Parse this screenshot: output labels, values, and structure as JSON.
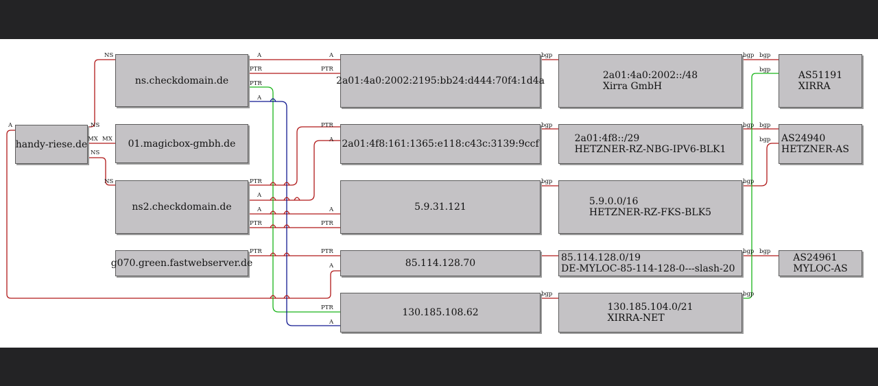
{
  "nodes": {
    "handy": {
      "text": "handy-riese.de"
    },
    "ns1": {
      "text": "ns.checkdomain.de"
    },
    "magicbox": {
      "text": "01.magicbox-gmbh.de"
    },
    "ns2": {
      "text": "ns2.checkdomain.de"
    },
    "g070": {
      "text": "g070.green.fastwebserver.de"
    },
    "ip6a": {
      "text": "2a01:4a0:2002:2195:bb24:d444:70f4:1d4a"
    },
    "ip6b": {
      "text": "2a01:4f8:161:1365:e118:c43c:3139:9ccf"
    },
    "ip4a": {
      "text": "5.9.31.121"
    },
    "ip4b": {
      "text": "85.114.128.70"
    },
    "ip4c": {
      "text": "130.185.108.62"
    },
    "net6a": {
      "line1": "2a01:4a0:2002::/48",
      "line2": "Xirra GmbH"
    },
    "net6b": {
      "line1": "2a01:4f8::/29",
      "line2": "HETZNER-RZ-NBG-IPV6-BLK1"
    },
    "net4a": {
      "line1": "5.9.0.0/16",
      "line2": "HETZNER-RZ-FKS-BLK5"
    },
    "net4b": {
      "line1": "85.114.128.0/19",
      "line2": "DE-MYLOC-85-114-128-0---slash-20"
    },
    "net4c": {
      "line1": "130.185.104.0/21",
      "line2": "XIRRA-NET"
    },
    "as51191": {
      "line1": "AS51191",
      "line2": "XIRRA"
    },
    "as24940": {
      "line1": "AS24940",
      "line2": "HETZNER-AS"
    },
    "as24961": {
      "line1": "AS24961",
      "line2": "MYLOC-AS"
    }
  },
  "edge_labels": {
    "ns": "NS",
    "mx": "MX",
    "a": "A",
    "ptr": "PTR",
    "bgp": "bgp"
  },
  "colors": {
    "default_edge": "#b01818",
    "green_edge": "#18b418",
    "blue_edge": "#101890",
    "node_fill": "#c4c2c5"
  }
}
